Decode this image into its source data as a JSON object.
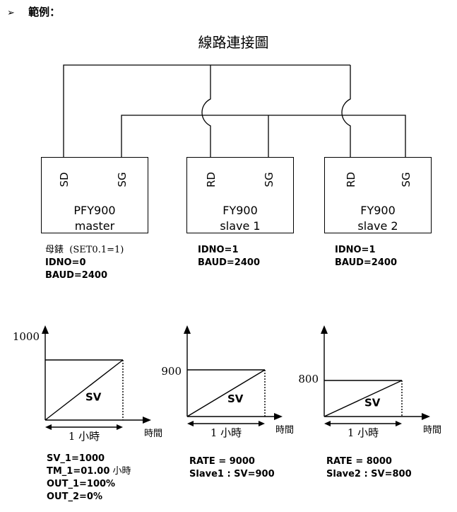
{
  "header": {
    "bullet": "➢",
    "label": "範例："
  },
  "title": "線路連接圖",
  "devices": [
    {
      "port_left": "SD",
      "port_right": "SG",
      "name": "PFY900",
      "role": "master"
    },
    {
      "port_left": "RD",
      "port_right": "SG",
      "name": "FY900",
      "role": "slave 1"
    },
    {
      "port_left": "RD",
      "port_right": "SG",
      "name": "FY900",
      "role": "slave 2"
    }
  ],
  "notes": [
    {
      "line1_cn": "母錶",
      "line1": "(SET0.1=1)",
      "line2": "IDNO=0",
      "line3": "BAUD=2400"
    },
    {
      "line2": "IDNO=1",
      "line3": "BAUD=2400"
    },
    {
      "line2": "IDNO=1",
      "line3": "BAUD=2400"
    }
  ],
  "charts": [
    {
      "ytick": "1000",
      "sv_label": "SV",
      "duration": "1 小時",
      "xlabel": "時間",
      "level": 1000
    },
    {
      "ytick": "900",
      "sv_label": "SV",
      "duration": "1 小時",
      "xlabel": "時間",
      "level": 900
    },
    {
      "ytick": "800",
      "sv_label": "SV",
      "duration": "1 小時",
      "xlabel": "時間",
      "level": 800
    }
  ],
  "params": [
    {
      "l1": "SV_1=1000",
      "l2": "TM_1=01.00",
      "l2_cn": "小時",
      "l3": "OUT_1=100%",
      "l4": "OUT_2=0%"
    },
    {
      "l1": "RATE = 9000",
      "l2": "Slave1 : SV=900"
    },
    {
      "l1": "RATE = 8000",
      "l2": "Slave2 : SV=800"
    }
  ]
}
